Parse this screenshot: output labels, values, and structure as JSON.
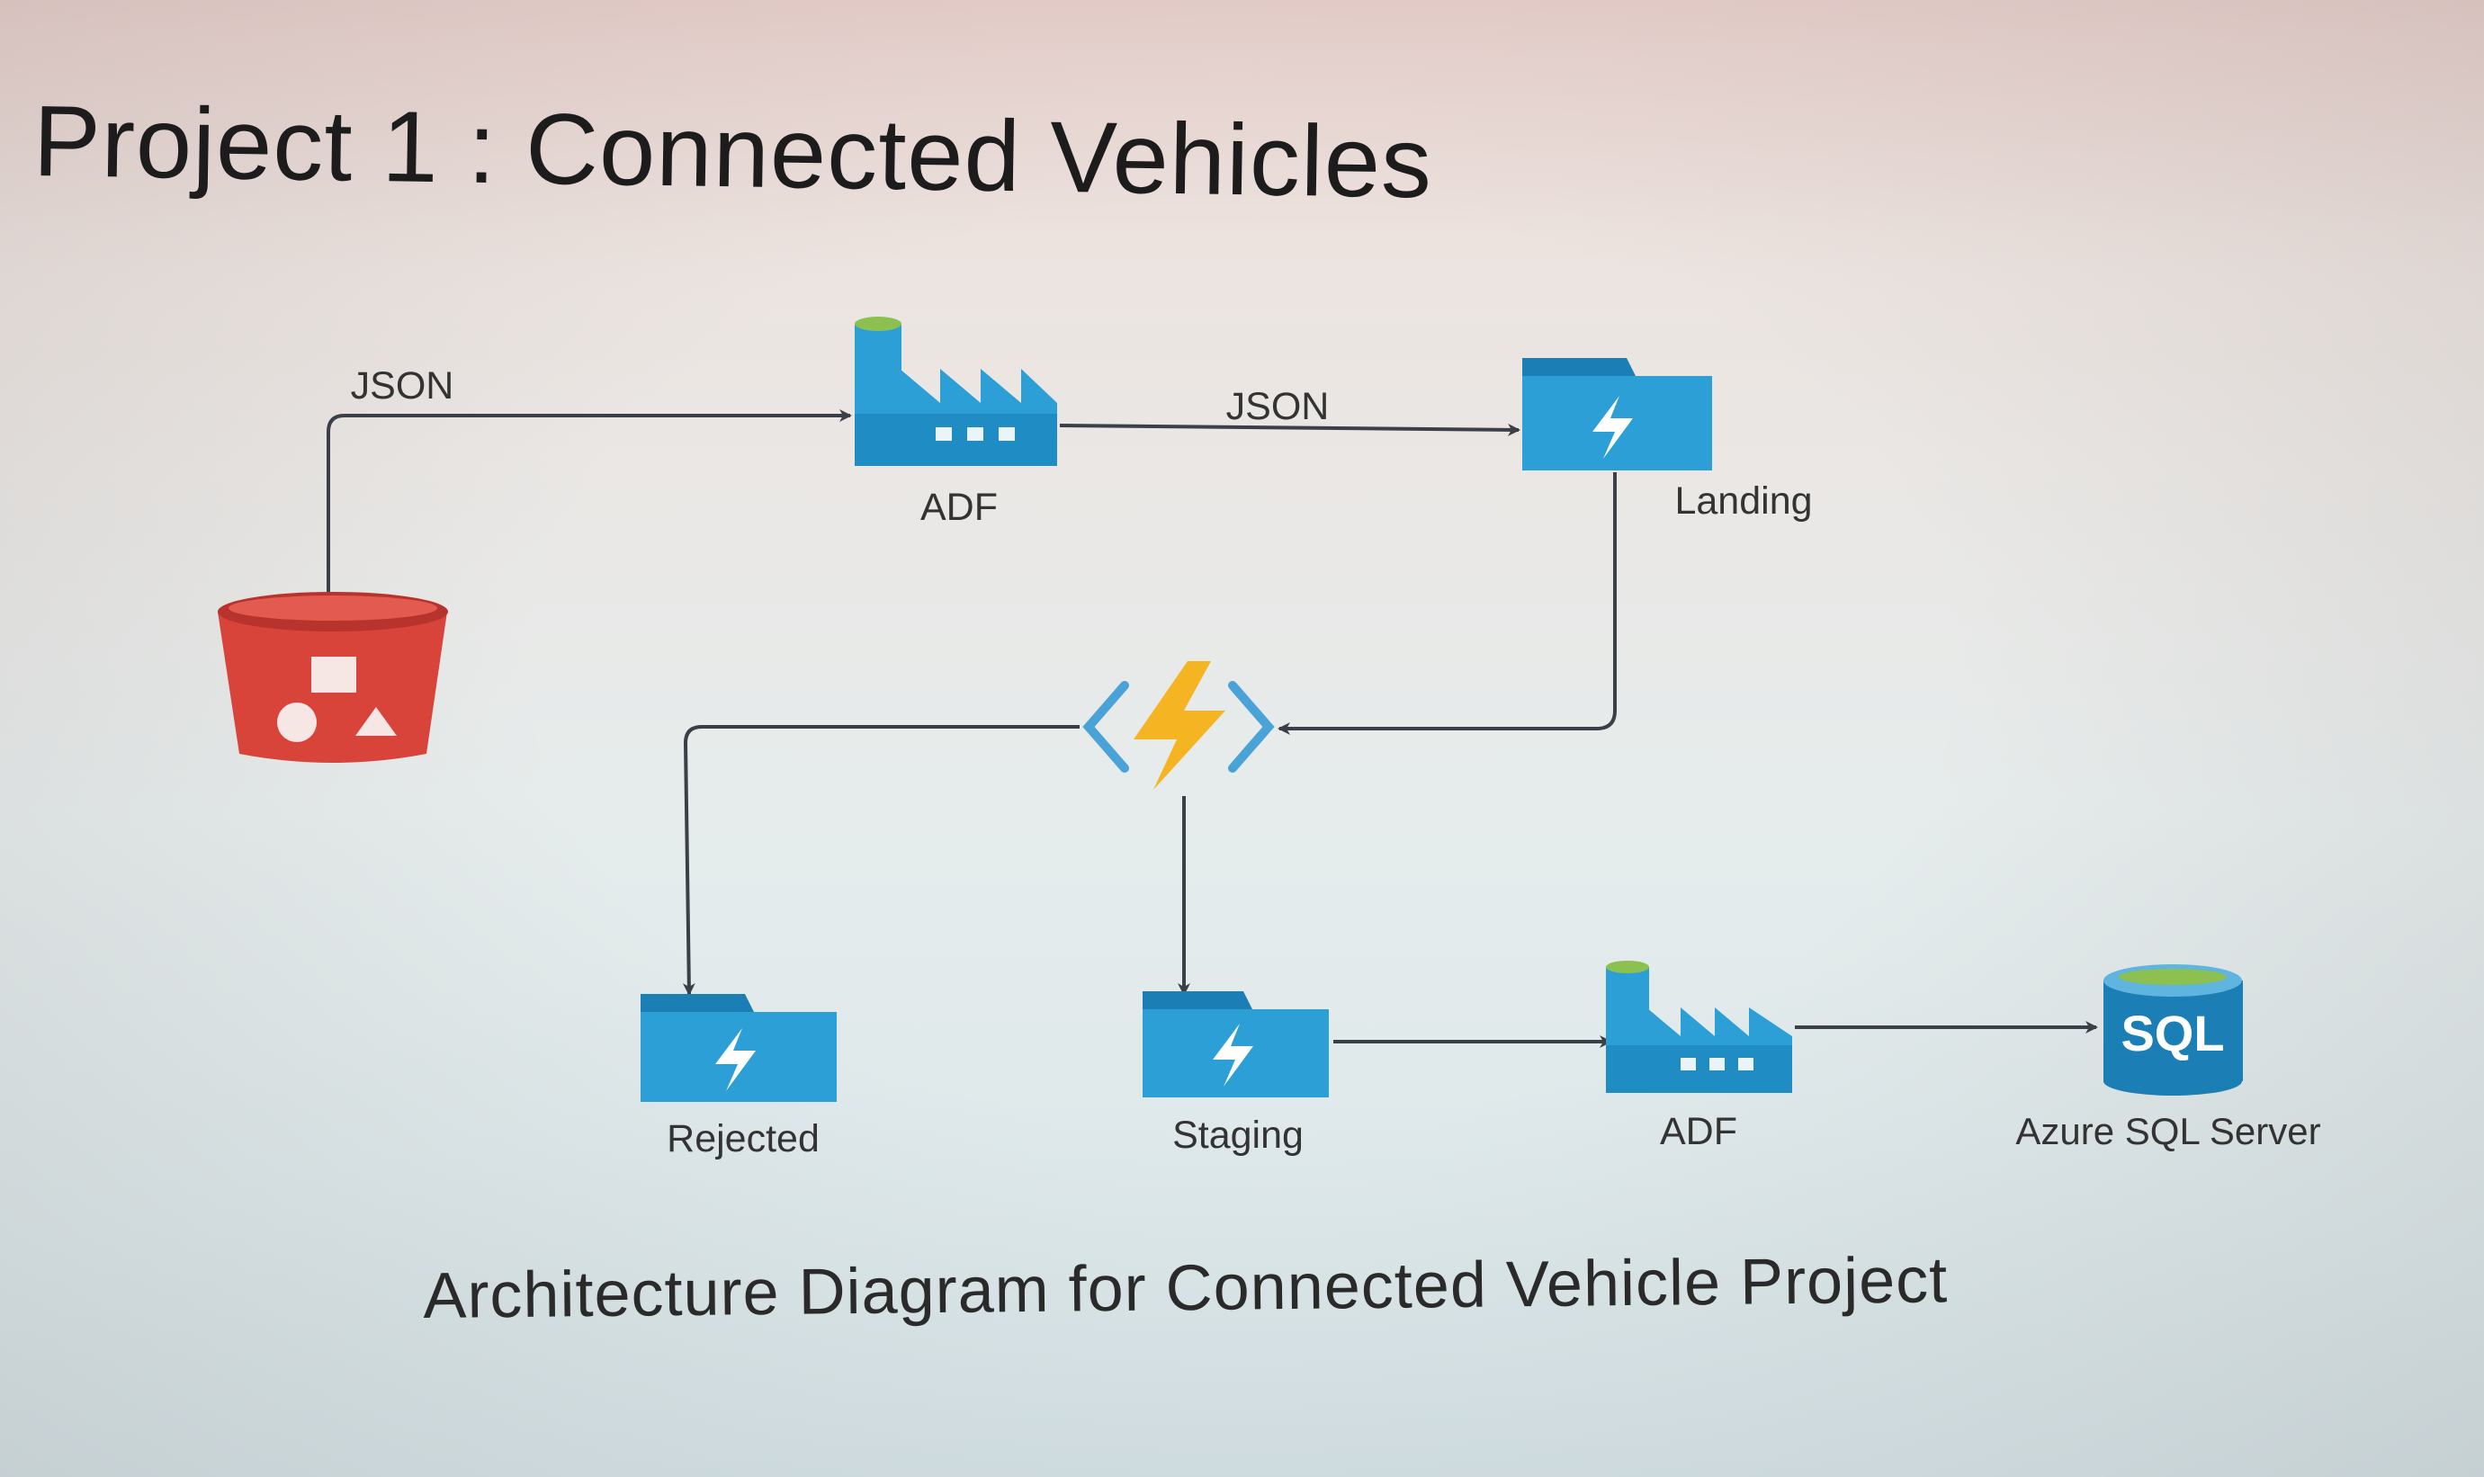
{
  "title": "Project 1 : Connected Vehicles",
  "caption": "Architecture Diagram for Connected Vehicle Project",
  "edges": {
    "source_to_adf": "JSON",
    "adf_to_landing": "JSON"
  },
  "nodes": {
    "adf_top": "ADF",
    "landing": "Landing",
    "rejected": "Rejected",
    "staging": "Staging",
    "adf_bottom": "ADF",
    "sql": "Azure SQL Server",
    "sql_icon_text": "SQL"
  },
  "icons": {
    "source": "storage-bucket-icon",
    "adf": "data-factory-icon",
    "folder": "data-lake-folder-icon",
    "function": "azure-function-icon",
    "sql": "sql-database-icon"
  },
  "colors": {
    "bucket": "#d9443a",
    "azure_blue": "#2b9fd6",
    "azure_dark": "#1b7fb5",
    "function_bolt": "#f5b523",
    "arrow": "#3a3f48",
    "cap_green": "#8cc152"
  }
}
